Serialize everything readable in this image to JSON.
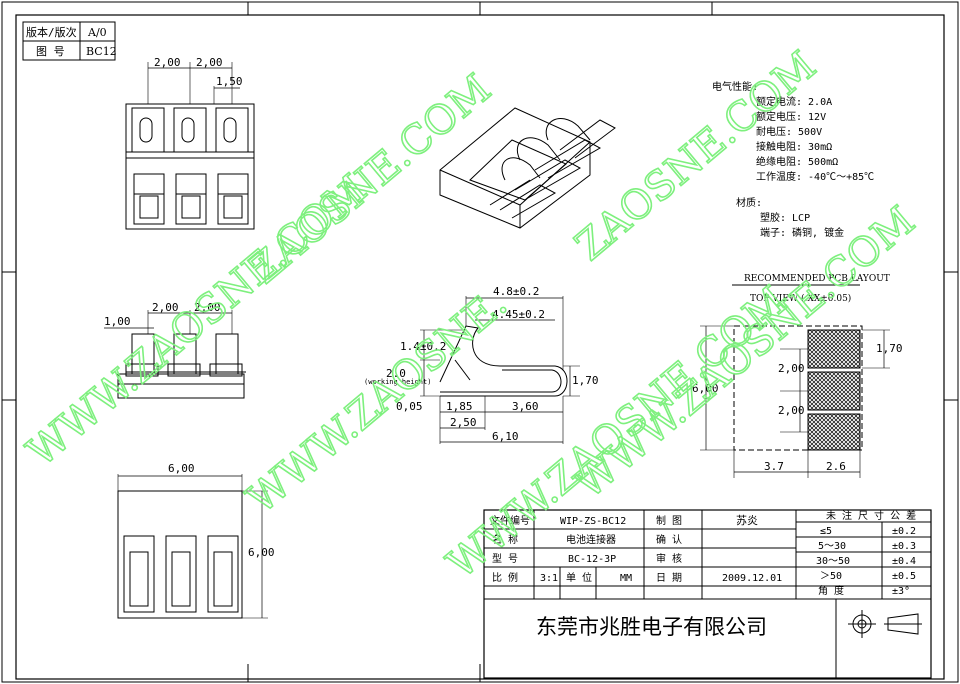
{
  "version_box": {
    "version_label": "版本/版次",
    "version_value": "A/0",
    "drawing_label": "图  号",
    "drawing_value": "BC12"
  },
  "top_view_dims": {
    "pitch_a": "2,00",
    "pitch_b": "2,00",
    "offset": "1,50"
  },
  "front_view_dims": {
    "edge": "1,00",
    "pitch_a": "2,00",
    "pitch_b": "2,00"
  },
  "bottom_view_dims": {
    "width": "6,00",
    "height": "6,00"
  },
  "terminal_dims": {
    "d48": "4.8±0.2",
    "d445": "4.45±0.2",
    "d14": "1.4±0.2",
    "d20": "2.0",
    "working": "(working height)",
    "d170": "1,70",
    "d005": "0,05",
    "d185": "1,85",
    "d360": "3,60",
    "d250": "2,50",
    "d610": "6,10"
  },
  "specs": {
    "electrical_title": "电气性能:",
    "electrical": [
      "额定电流: 2.0A",
      "额定电压: 12V",
      "耐电压: 500V",
      "接触电阻: 30mΩ",
      "绝缘电阻: 500mΩ",
      "工作温度: -40℃～+85℃"
    ],
    "material_title": "材质:",
    "material": [
      "塑胶: LCP",
      "端子: 磷铜, 镀金"
    ]
  },
  "pcb": {
    "title": "RECOMMENDED PCB LAYOUT",
    "subtitle": "TOP VIEW (.XX±0.05)",
    "w170": "1,70",
    "h600": "6,00",
    "p1": "2,00",
    "p2": "2,00",
    "w37": "3.7",
    "w26": "2.6"
  },
  "watermarks": [
    "ZAOSNE.COM",
    "WWW.ZAOSNE.COM",
    "WWW.ZAOSNE.",
    "ZAOSNE.COM",
    "WWW.ZAOSNE.COM",
    "WWW.ZAOSNE.COM"
  ],
  "title_block": {
    "file_no_label": "文件编号",
    "file_no": "WIP-ZS-BC12",
    "made_label": "制  图",
    "made_by": "苏炎",
    "name_label": "名  称",
    "name": "电池连接器",
    "confirm_label": "确  认",
    "model_label": "型  号",
    "model": "BC-12-3P",
    "review_label": "审  核",
    "scale_label": "比  例",
    "scale": "3:1",
    "unit_label": "单  位",
    "unit": "MM",
    "date_label": "日  期",
    "date": "2009.12.01",
    "company": "东莞市兆胜电子有限公司",
    "tol_title": "未 注 尺 寸 公 差",
    "tolerances": [
      [
        "≤5",
        "±0.2"
      ],
      [
        "5～30",
        "±0.3"
      ],
      [
        "30～50",
        "±0.4"
      ],
      [
        "＞50",
        "±0.5"
      ],
      [
        "角  度",
        "±3°"
      ]
    ]
  }
}
